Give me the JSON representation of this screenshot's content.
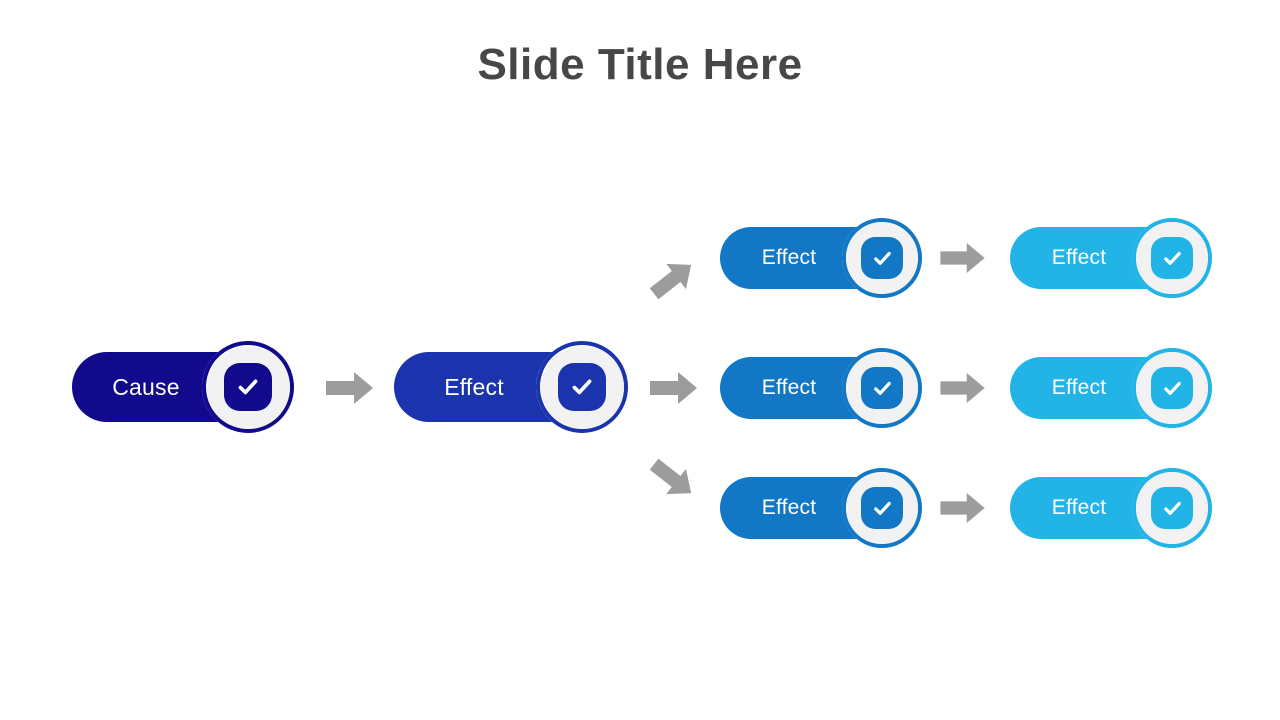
{
  "title": "Slide Title Here",
  "colors": {
    "navy": "#110a8c",
    "royal": "#1b34ad",
    "blue": "#1277c4",
    "cyan": "#22b4e6",
    "arrow_gray": "#9c9c9c",
    "title_gray": "#474747",
    "badge_inner_white": "#f2f2f2",
    "background": "#ffffff"
  },
  "icons": {
    "check": "check-icon",
    "arrow_right": "arrow-right-icon",
    "arrow_up_right": "arrow-up-right-icon",
    "arrow_down_right": "arrow-down-right-icon"
  },
  "nodes": {
    "cause": {
      "label": "Cause",
      "color": "#110a8c"
    },
    "effect_stage2": {
      "label": "Effect",
      "color": "#1b34ad"
    },
    "effect_col3_row1": {
      "label": "Effect",
      "color": "#1277c4"
    },
    "effect_col3_row2": {
      "label": "Effect",
      "color": "#1277c4"
    },
    "effect_col3_row3": {
      "label": "Effect",
      "color": "#1277c4"
    },
    "effect_col4_row1": {
      "label": "Effect",
      "color": "#22b4e6"
    },
    "effect_col4_row2": {
      "label": "Effect",
      "color": "#22b4e6"
    },
    "effect_col4_row3": {
      "label": "Effect",
      "color": "#22b4e6"
    }
  },
  "connectors": {
    "cause_to_stage2": "arrow-right-icon",
    "stage2_to_row1": "arrow-up-right-icon",
    "stage2_to_row2": "arrow-right-icon",
    "stage2_to_row3": "arrow-down-right-icon",
    "row1_col3_to_col4": "arrow-right-icon",
    "row2_col3_to_col4": "arrow-right-icon",
    "row3_col3_to_col4": "arrow-right-icon"
  }
}
